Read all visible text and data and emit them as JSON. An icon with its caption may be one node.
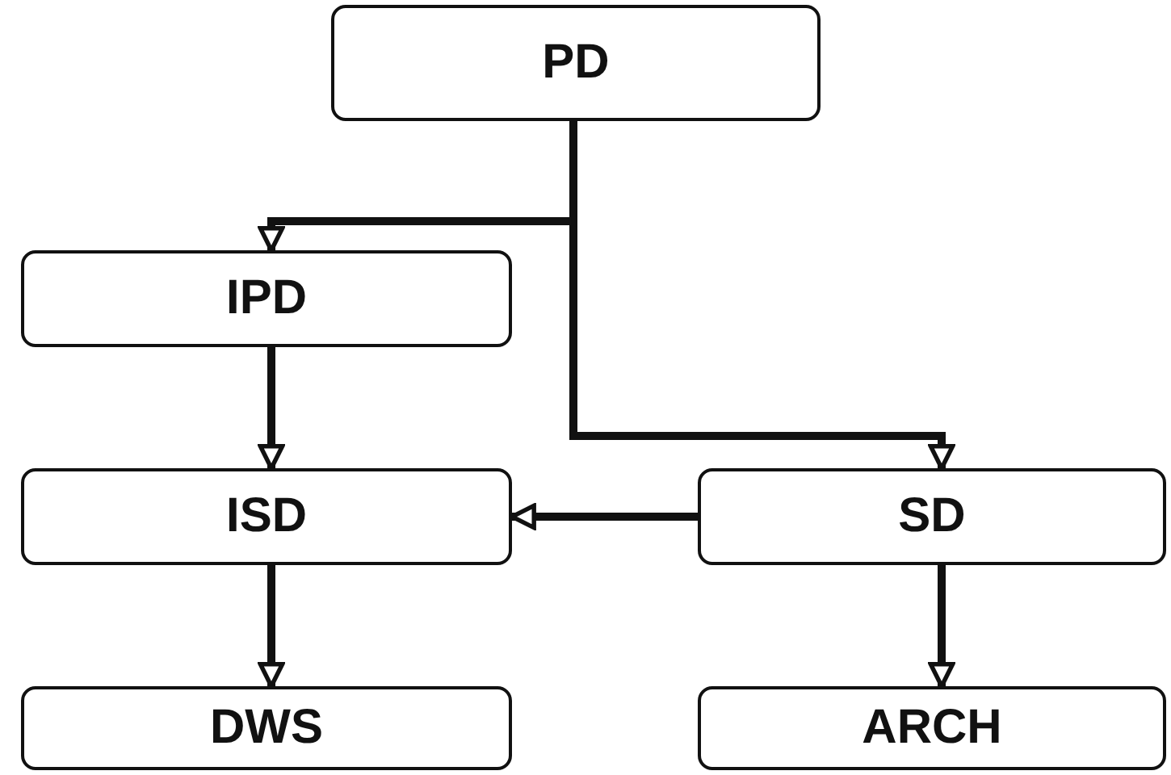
{
  "diagram": {
    "nodes": [
      {
        "text": [
          "PD"
        ]
      },
      {
        "text": [
          "IPD"
        ]
      },
      {
        "text": [
          "ISD"
        ]
      },
      {
        "text": [
          "SD"
        ]
      },
      {
        "text": [
          "DWS"
        ]
      },
      {
        "text": [
          "ARCH"
        ]
      }
    ],
    "edges": [
      {
        "from": 0,
        "to": 1,
        "arrow": "to"
      },
      {
        "from": 0,
        "to": 3,
        "arrow": "to"
      },
      {
        "from": 1,
        "to": 2,
        "arrow": "to"
      },
      {
        "from": 3,
        "to": 2,
        "arrow": "to"
      },
      {
        "from": 2,
        "to": 4,
        "arrow": "to"
      },
      {
        "from": 3,
        "to": 5,
        "arrow": "to"
      }
    ]
  }
}
